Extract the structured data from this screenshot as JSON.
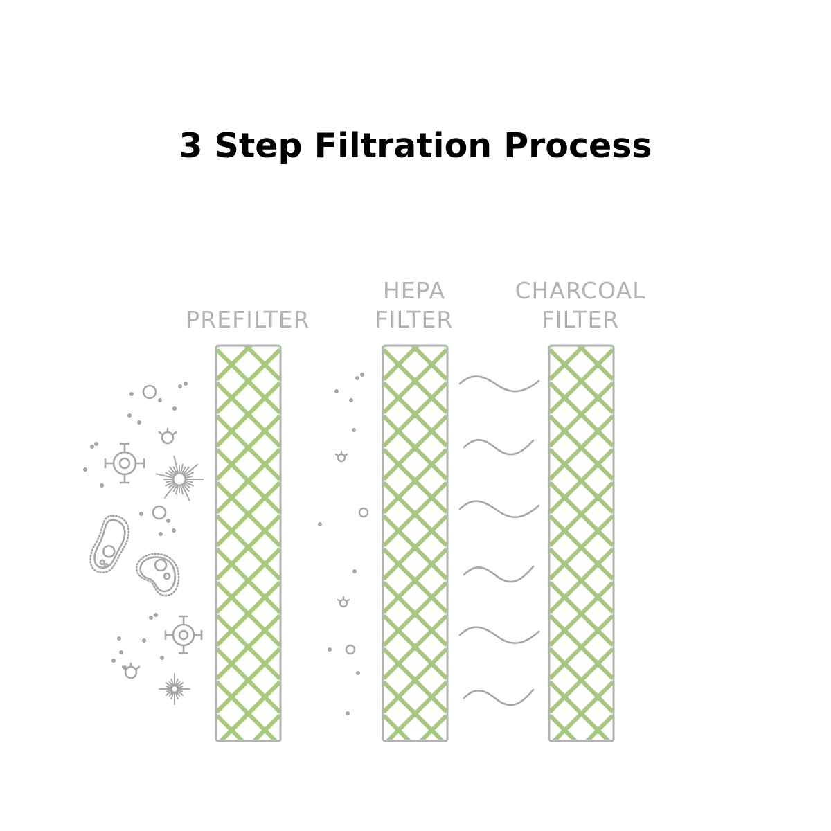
{
  "title": "3 Step Filtration Process",
  "filters": [
    {
      "name": "prefilter",
      "lines": [
        "PREFILTER"
      ]
    },
    {
      "name": "hepa-filter",
      "lines": [
        "HEPA",
        "FILTER"
      ]
    },
    {
      "name": "charcoal-filter",
      "lines": [
        "CHARCOAL",
        "FILTER"
      ]
    }
  ],
  "colors": {
    "mesh": "#a7c97e",
    "frame": "#b3b3b3",
    "particle": "#a6a6a6",
    "title": "#000000",
    "label": "#b3b3b3"
  },
  "icons": [
    "bacteria-icon",
    "virus-icon",
    "spore-icon",
    "pollen-icon",
    "dust-icon",
    "air-flow-icon"
  ]
}
